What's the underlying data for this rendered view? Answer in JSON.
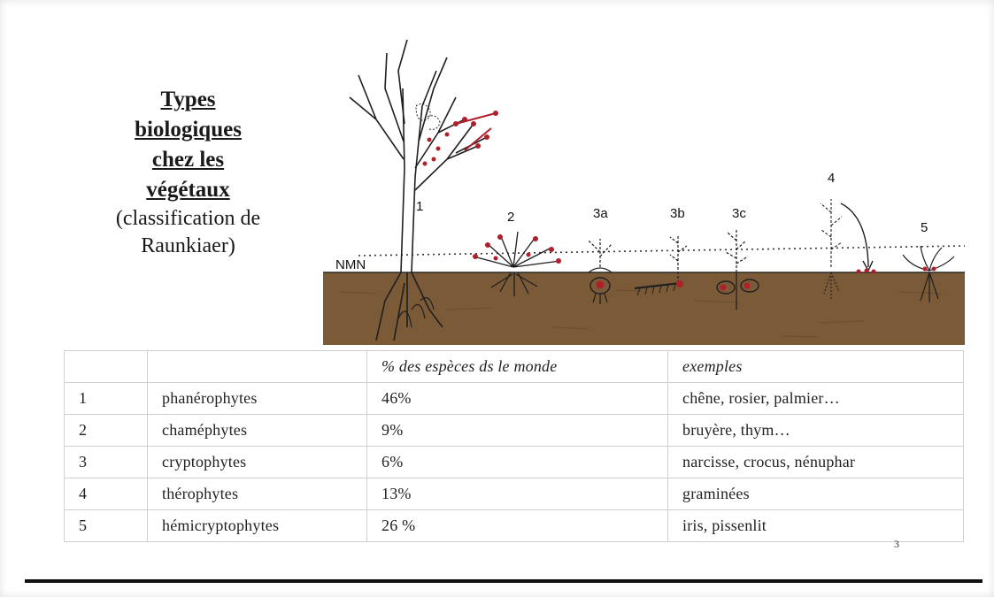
{
  "title": {
    "lines": [
      "Types",
      "biologiques",
      "chez les",
      "végétaux"
    ],
    "sub_lines": [
      "(classification de",
      "Raunkiaer)"
    ]
  },
  "diagram": {
    "level_label": "NMN",
    "plant_labels": [
      "1",
      "2",
      "3a",
      "3b",
      "3c",
      "4",
      "5"
    ]
  },
  "table": {
    "header": [
      "",
      "",
      "% des espèces ds le monde",
      "exemples"
    ],
    "rows": [
      [
        "1",
        "phanérophytes",
        "46%",
        "chêne, rosier, palmier…"
      ],
      [
        "2",
        "chaméphytes",
        "9%",
        "bruyère, thym…"
      ],
      [
        "3",
        "cryptophytes",
        "6%",
        "narcisse, crocus, nénuphar"
      ],
      [
        "4",
        "thérophytes",
        "13%",
        "graminées"
      ],
      [
        "5",
        "hémicryptophytes",
        "26 %",
        "iris, pissenlit"
      ]
    ]
  },
  "page_number": "3",
  "colors": {
    "soil": "#7a5a37",
    "bud_red": "#b0202a",
    "ink": "#1a1a1a"
  }
}
